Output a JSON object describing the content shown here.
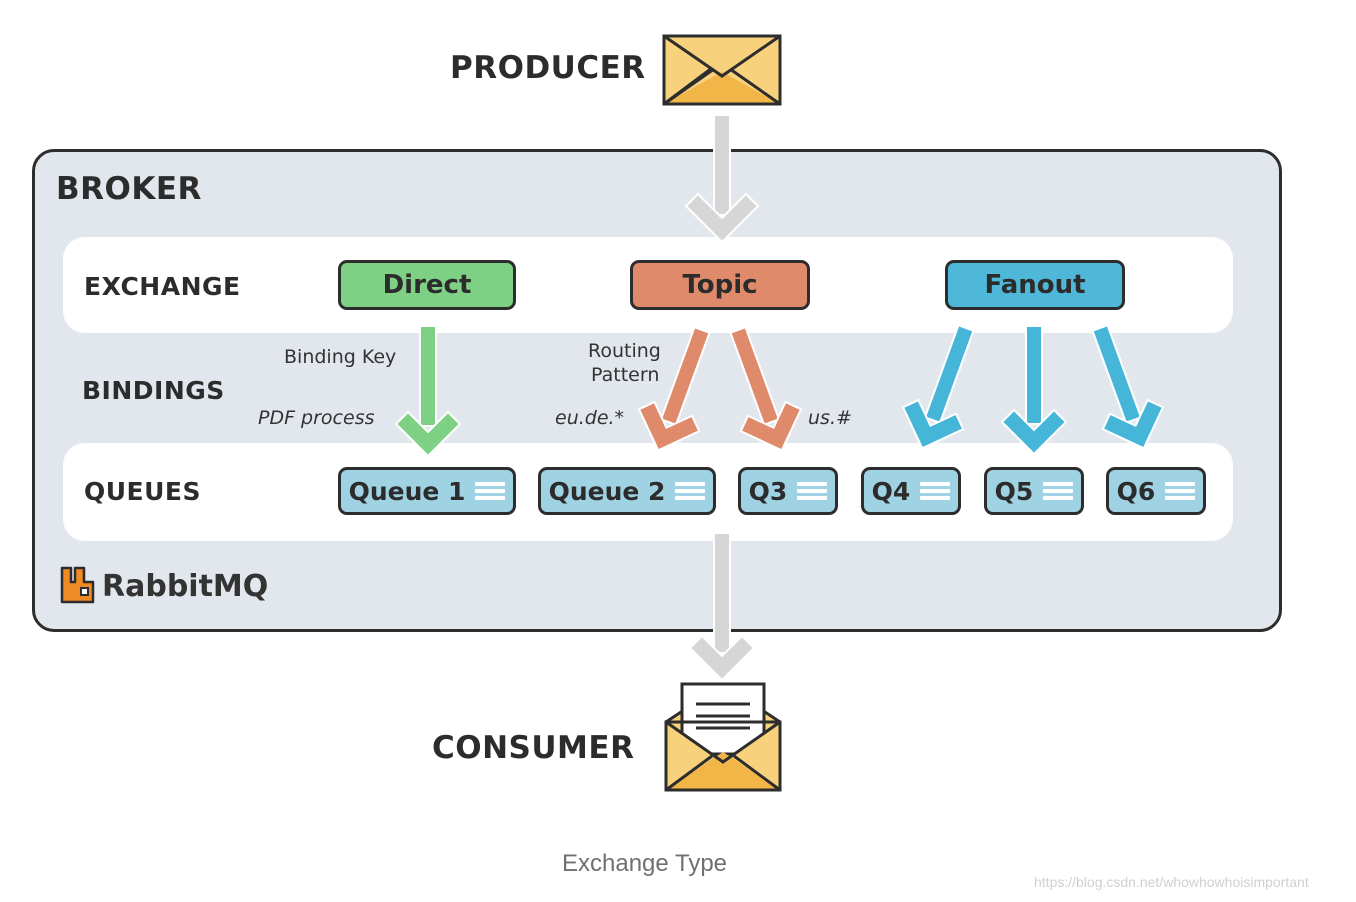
{
  "producer": {
    "label": "PRODUCER",
    "icon": "envelope-closed-icon"
  },
  "broker": {
    "label": "BROKER"
  },
  "rows": {
    "exchange": "EXCHANGE",
    "bindings": "BINDINGS",
    "queues": "QUEUES"
  },
  "exchanges": [
    {
      "label": "Direct",
      "color": "#7ed184"
    },
    {
      "label": "Topic",
      "color": "#e08a6c"
    },
    {
      "label": "Fanout",
      "color": "#4fb8d9"
    }
  ],
  "bindings": {
    "binding_key": "Binding Key",
    "pdf_process": "PDF process",
    "routing_pattern_1": "Routing",
    "routing_pattern_2": "Pattern",
    "eu_de": "eu.de.*",
    "us": "us.#"
  },
  "queues": [
    "Queue 1",
    "Queue 2",
    "Q3",
    "Q4",
    "Q5",
    "Q6"
  ],
  "brand": {
    "label": "RabbitMQ",
    "icon": "rabbitmq-logo-icon",
    "color": "#f08a24"
  },
  "consumer": {
    "label": "CONSUMER",
    "icon": "envelope-open-icon"
  },
  "caption": "Exchange Type",
  "watermark": "https://blog.csdn.net/whowhowhoisimportant",
  "colors": {
    "green_arrow": "#7ed184",
    "orange_arrow": "#e08a6c",
    "blue_arrow": "#45b6d8",
    "gray_arrow": "#d6d6d6",
    "envelope": "#f8d17c"
  }
}
